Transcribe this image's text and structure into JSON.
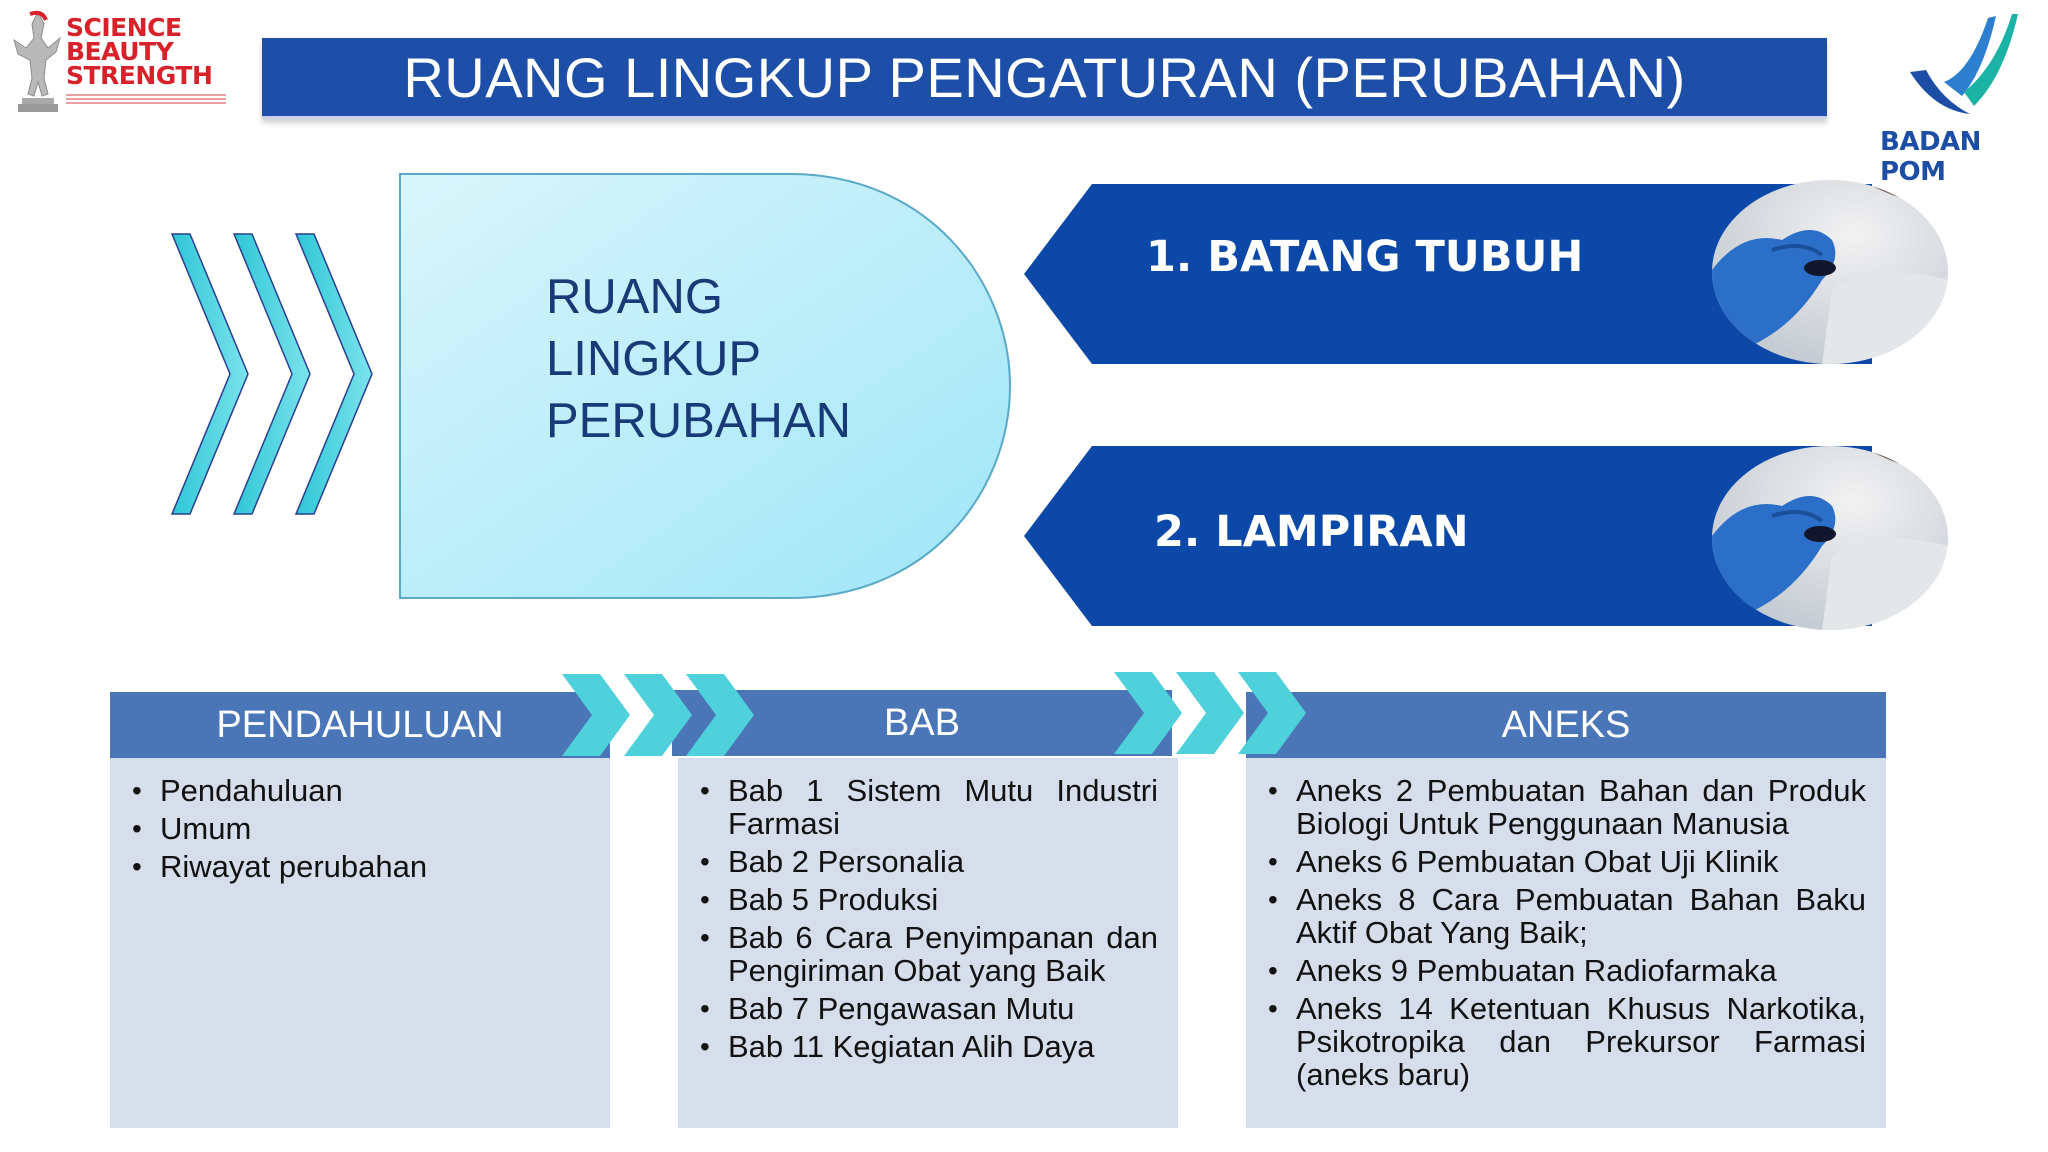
{
  "header": {
    "title": "RUANG LINGKUP PENGATURAN (PERUBAHAN)",
    "logo_left_lines": [
      "SCIENCE",
      "BEAUTY",
      "STRENGTH"
    ],
    "logo_right_text": "BADAN POM"
  },
  "scope": {
    "label_lines": [
      "RUANG",
      "LINGKUP",
      "PERUBAHAN"
    ]
  },
  "ribbons": [
    {
      "label": "1. BATANG TUBUH"
    },
    {
      "label": "2. LAMPIRAN"
    }
  ],
  "panels": [
    {
      "title": "PENDAHULUAN",
      "items": [
        "Pendahuluan",
        "Umum",
        "Riwayat perubahan"
      ]
    },
    {
      "title": "BAB",
      "items": [
        "Bab 1 Sistem Mutu Industri Farmasi",
        "Bab 2 Personalia",
        "Bab 5 Produksi",
        "Bab 6 Cara Penyimpanan dan Pengiriman Obat yang Baik",
        "Bab 7 Pengawasan Mutu",
        "Bab 11 Kegiatan Alih Daya"
      ]
    },
    {
      "title": "ANEKS",
      "items": [
        "Aneks 2 Pembuatan Bahan dan Produk Biologi Untuk Penggunaan Manusia",
        "Aneks 6 Pembuatan Obat Uji Klinik",
        "Aneks 8 Cara Pembuatan Bahan Baku Aktif Obat Yang Baik;",
        "Aneks 9 Pembuatan Radiofarmaka",
        "Aneks 14 Ketentuan Khusus Narkotika, Psikotropika dan Prekursor Farmasi (aneks baru)"
      ]
    }
  ],
  "colors": {
    "title_bar": "#1e4fa8",
    "ribbon": "#0b48a8",
    "panel_header": "#4a76b8",
    "panel_body": "#d6ddeb",
    "chevron": "#4fd1dc",
    "scope_fill": "#bfeefa",
    "brand_red": "#d8212a"
  }
}
